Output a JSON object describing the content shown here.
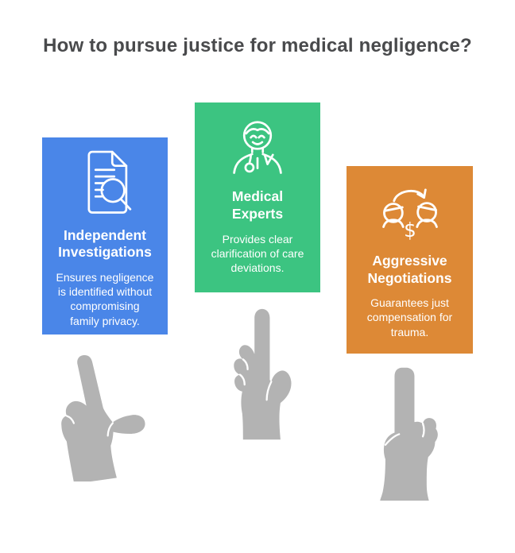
{
  "title": "How to pursue justice for medical negligence?",
  "title_color": "#494a4c",
  "background_color": "#ffffff",
  "cards": [
    {
      "heading": "Independent Investigations",
      "body_lines": [
        "Ensures negligence",
        "is identified without",
        "compromising",
        "family privacy."
      ],
      "color": "#4a86e8",
      "icon": "document-search-icon"
    },
    {
      "heading": "Medical Experts",
      "body_lines": [
        "Provides clear",
        "clarification of care",
        "deviations."
      ],
      "color": "#3cc481",
      "icon": "doctor-icon"
    },
    {
      "heading": "Aggressive Negotiations",
      "body_lines": [
        "Guarantees just",
        "compensation for",
        "trauma."
      ],
      "color": "#dd8936",
      "icon": "negotiation-exchange-icon",
      "dollar_symbol": "$"
    }
  ],
  "hands": {
    "color": "#b3b3b3",
    "outline_color": "#ffffff",
    "gestures": [
      "pointing-up-thumb-out",
      "pointing-up",
      "pointing-up-back"
    ]
  }
}
